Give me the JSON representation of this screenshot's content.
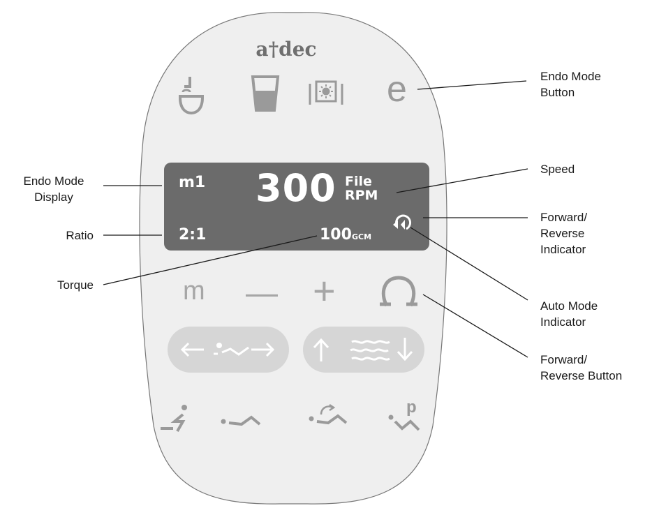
{
  "panel": {
    "logo": "a†dec",
    "colors": {
      "panel_fill": "#efefef",
      "panel_stroke": "#777777",
      "icon_gray": "#9a9a9a",
      "icon_light": "#a6a6a6",
      "pill_fill": "#d6d6d6",
      "display_fill": "#6b6b6b",
      "display_text": "#ffffff"
    },
    "top_buttons": [
      {
        "name": "cuspidor-flush-icon"
      },
      {
        "name": "cup-fill-icon"
      },
      {
        "name": "light-icon"
      },
      {
        "name": "endo-mode-button",
        "text": "e"
      }
    ],
    "display": {
      "mode": "m1",
      "speed": "300",
      "speed_unit_top": "File",
      "speed_unit_bottom": "RPM",
      "ratio": "2:1",
      "torque_value": "100",
      "torque_unit": "gcm"
    },
    "control_buttons": {
      "m": "m",
      "minus": "—",
      "plus": "+"
    },
    "chair_buttons": [
      {
        "name": "exit-position-icon"
      },
      {
        "name": "reclined-position-icon"
      },
      {
        "name": "return-position-icon"
      },
      {
        "name": "program-position-icon",
        "text": "p"
      }
    ]
  },
  "annotations": {
    "endo_mode_button": [
      "Endo Mode",
      "Button"
    ],
    "speed": "Speed",
    "forward_reverse_indicator": [
      "Forward/",
      "Reverse",
      "Indicator"
    ],
    "auto_mode_indicator": [
      "Auto Mode",
      "Indicator"
    ],
    "forward_reverse_button": [
      "Forward/",
      "Reverse Button"
    ],
    "endo_mode_display": [
      "Endo Mode",
      "Display"
    ],
    "ratio": "Ratio",
    "torque": "Torque"
  }
}
